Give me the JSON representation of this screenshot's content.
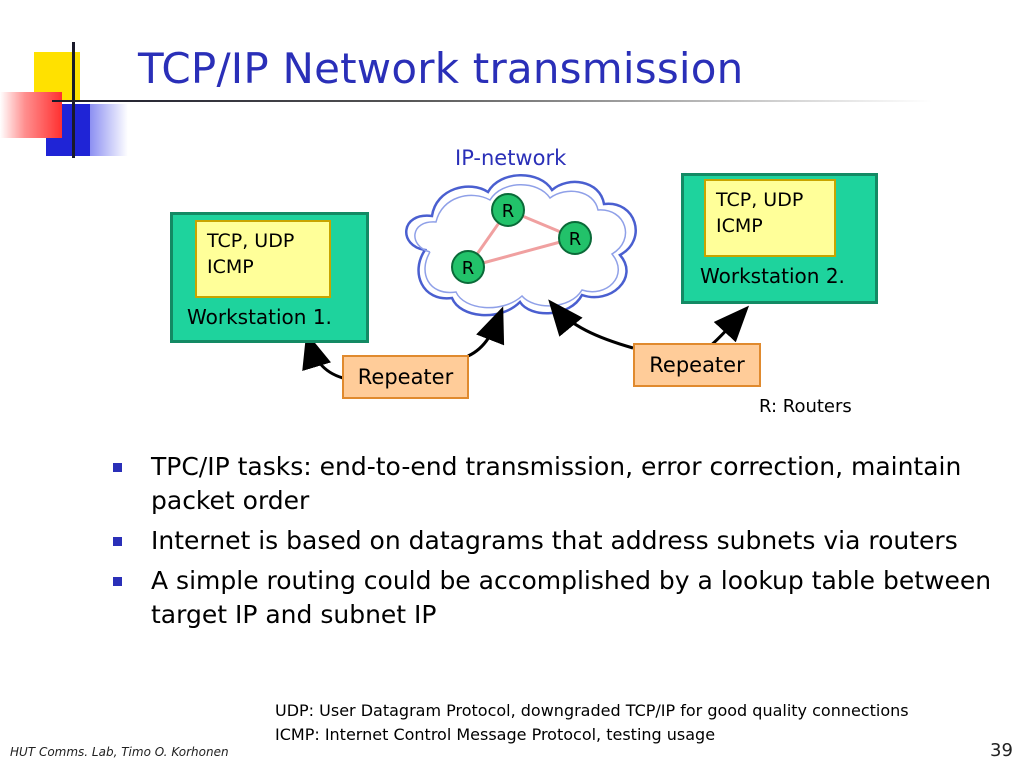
{
  "slide": {
    "title": "TCP/IP Network transmission",
    "page_number": "39",
    "footer": "HUT Comms. Lab, Timo O. Korhonen"
  },
  "diagram": {
    "network_label": "IP-network",
    "router_label": "R",
    "routers_note": "R: Routers",
    "workstation1": {
      "label": "Workstation 1.",
      "proto_line1": "TCP, UDP",
      "proto_line2": "ICMP"
    },
    "workstation2": {
      "label": "Workstation 2.",
      "proto_line1": "TCP, UDP",
      "proto_line2": "ICMP"
    },
    "repeater1": "Repeater",
    "repeater2": "Repeater",
    "colors": {
      "title": "#2a2fb8",
      "workstation_fill": "#1ed39d",
      "protocol_fill": "#ffff99",
      "repeater_fill": "#ffcc99",
      "router_fill": "#22c26a",
      "cloud_outline": "#4a5fd0"
    }
  },
  "bullets": [
    "TPC/IP tasks: end-to-end transmission, error correction, maintain packet order",
    "Internet is based on datagrams that address subnets via routers",
    "A simple routing could be accomplished by a lookup table between target IP and subnet IP"
  ],
  "footnotes": {
    "udp": "UDP: User Datagram Protocol, downgraded TCP/IP for good quality connections",
    "icmp": "ICMP: Internet Control Message Protocol, testing usage"
  }
}
